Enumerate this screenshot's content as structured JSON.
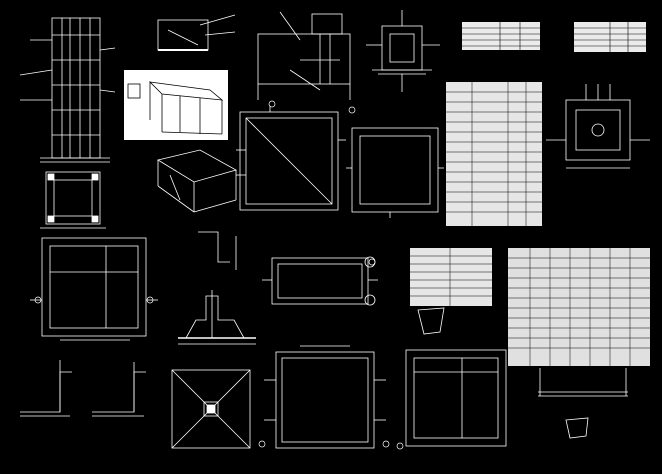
{
  "colors": {
    "background": "#000000",
    "linework": "#ffffff",
    "leader": "#ffffff",
    "table_fill": "#ffffff",
    "accent": "#cfcfcf"
  },
  "sheet": {
    "panels": [
      "elevation-frame-left",
      "isometric-render-photo",
      "isometric-box-detail",
      "plan-square-top-center",
      "plan-square-top-right",
      "plan-square-mid-left",
      "pipe-plan-right",
      "section-detail-mid",
      "plan-diagonal-bottom",
      "plan-square-bottom-center",
      "plan-square-bottom-right",
      "schedule-tables"
    ]
  }
}
